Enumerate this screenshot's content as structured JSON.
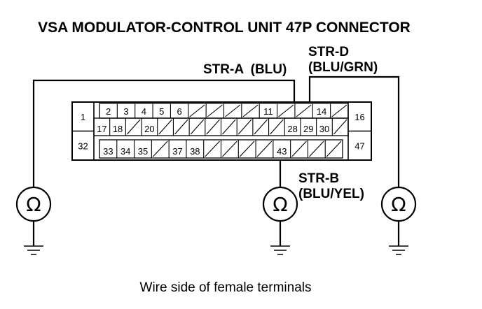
{
  "title": "VSA MODULATOR-CONTROL UNIT 47P CONNECTOR",
  "caption": "Wire side of female terminals",
  "probes": {
    "str_a": {
      "name": "STR-A",
      "color": "(BLU)"
    },
    "str_d": {
      "name": "STR-D",
      "color": "(BLU/GRN)"
    },
    "str_b": {
      "name": "STR-B",
      "color": "(BLU/YEL)"
    }
  },
  "meter_symbol": "Ω",
  "connector": {
    "outer_pins": [
      "1",
      "32",
      "16",
      "47"
    ],
    "row1": [
      "2",
      "3",
      "4",
      "5",
      "6",
      "",
      "",
      "",
      "",
      "11",
      "",
      "",
      "14",
      ""
    ],
    "row2": [
      "17",
      "18",
      "",
      "20",
      "",
      "",
      "",
      "",
      "",
      "",
      "",
      "",
      "28",
      "29",
      "30",
      ""
    ],
    "row3": [
      "33",
      "34",
      "35",
      "",
      "37",
      "38",
      "",
      "",
      "",
      "",
      "43",
      "",
      "",
      ""
    ]
  }
}
